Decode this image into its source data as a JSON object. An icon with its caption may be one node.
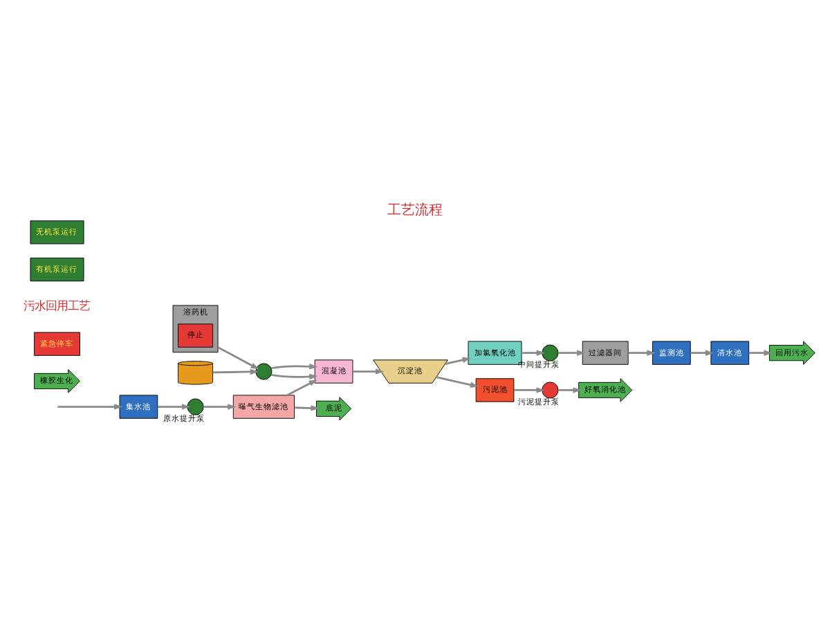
{
  "diagram": {
    "title": "工艺流程",
    "nodes": [
      {
        "text": [
          "集水池"
        ]
      },
      {
        "text": [
          "原水提升泵"
        ]
      },
      {
        "text": [
          "曝气生物滤池"
        ]
      },
      {
        "text": [
          "底泥"
        ]
      },
      {
        "text": [
          "混凝池"
        ]
      },
      {
        "text": [],
        "shape": "circle"
      },
      {
        "text": [
          "溶药机"
        ]
      },
      {
        "text": [
          "停止"
        ],
        "in": 6
      },
      {
        "text": [],
        "shape": "cylinder"
      },
      {
        "text": [
          "沉淀池"
        ]
      },
      {
        "text": [
          "加氯氧化池"
        ]
      },
      {
        "text": [
          "中间提升泵"
        ]
      },
      {
        "text": [
          "过滤器间"
        ]
      },
      {
        "text": [
          "监测池"
        ]
      },
      {
        "text": [
          "清水池"
        ]
      },
      {
        "text": [
          "回用污水"
        ]
      },
      {
        "text": [
          "污泥池"
        ]
      },
      {
        "text": [
          "污泥提升泵"
        ]
      },
      {
        "text": [
          "好氧消化池"
        ]
      },
      {
        "text": [
          "橡胶生化"
        ]
      },
      {
        "text": [
          "紧急停车"
        ]
      }
    ],
    "edges": [
      {
        "from": null,
        "to": 0,
        "arrow": "to"
      },
      {
        "from": 0,
        "to": 1,
        "arrow": "to"
      },
      {
        "from": 1,
        "to": 2,
        "arrow": "to"
      },
      {
        "from": 2,
        "to": 4,
        "arrow": "to"
      },
      {
        "from": 2,
        "to": 3,
        "arrow": "to"
      },
      {
        "from": 8,
        "to": 5,
        "arrow": "to"
      },
      {
        "from": 6,
        "to": 5,
        "arrow": "to"
      },
      {
        "from": 5,
        "to": 4,
        "arrow": "to"
      },
      {
        "from": 5,
        "to": 4,
        "arrow": "to"
      },
      {
        "from": 4,
        "to": 9,
        "arrow": "to"
      },
      {
        "from": 9,
        "to": 10,
        "arrow": "to"
      },
      {
        "from": 10,
        "to": 11,
        "arrow": "to"
      },
      {
        "from": 11,
        "to": 12,
        "arrow": "to"
      },
      {
        "from": 12,
        "to": 13,
        "arrow": "to"
      },
      {
        "from": 13,
        "to": 14,
        "arrow": "to"
      },
      {
        "from": 14,
        "to": 15,
        "arrow": "to"
      },
      {
        "from": 9,
        "to": 16,
        "arrow": "to"
      },
      {
        "from": 16,
        "to": 17,
        "arrow": "to"
      },
      {
        "from": 17,
        "to": 18,
        "arrow": "to"
      }
    ],
    "labels": [
      "污水回用工艺",
      "有机泵运行",
      "无机泵运行"
    ]
  }
}
